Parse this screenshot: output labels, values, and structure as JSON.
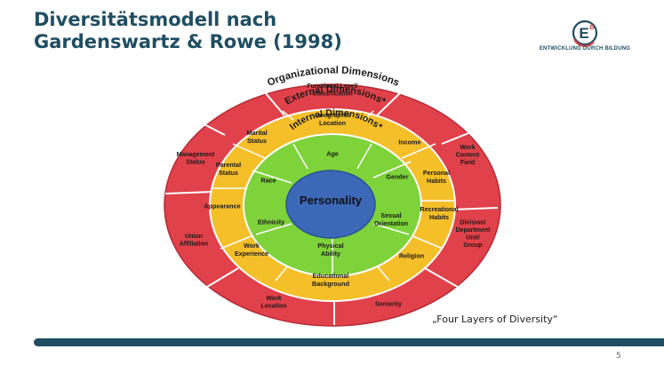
{
  "slide": {
    "title_line1": "Diversitätsmodell nach",
    "title_line2": "Gardenswartz & Rowe (1998)",
    "caption": "„Four Layers of Diversity“",
    "page_number": "5"
  },
  "logo": {
    "tagline": "ENTWICKLUNG DURCH BILDUNG",
    "letter": "E",
    "superscript": "B"
  },
  "diagram": {
    "center": "Personality",
    "internal": {
      "title": "Internal Dimensions*",
      "items": [
        "Age",
        "Gender",
        "Sexual\nOrientation",
        "Physical\nAbility",
        "Ethnicity",
        "Race"
      ]
    },
    "external": {
      "title": "External Dimensions*",
      "items": [
        "Geographic\nLocation",
        "Income",
        "Personal\nHabits",
        "Recreational\nHabits",
        "Religion",
        "Educational\nBackground",
        "Work\nExperience",
        "Appearance",
        "Parental\nStatus",
        "Marital\nStatus"
      ]
    },
    "organizational": {
      "title": "Organizational Dimensions",
      "items": [
        "Functional Level/\nClassification",
        "Work\nContent\nField",
        "Division/\nDepartment\nUnit/\nGroup",
        "Seniority",
        "Work\nLocation",
        "Union\nAffiliation",
        "Management\nStatus"
      ]
    },
    "colors": {
      "org_ring": "#e0414a",
      "ext_ring": "#f5bf2a",
      "int_ring": "#7ed23a",
      "core": "#3c68b8"
    }
  }
}
